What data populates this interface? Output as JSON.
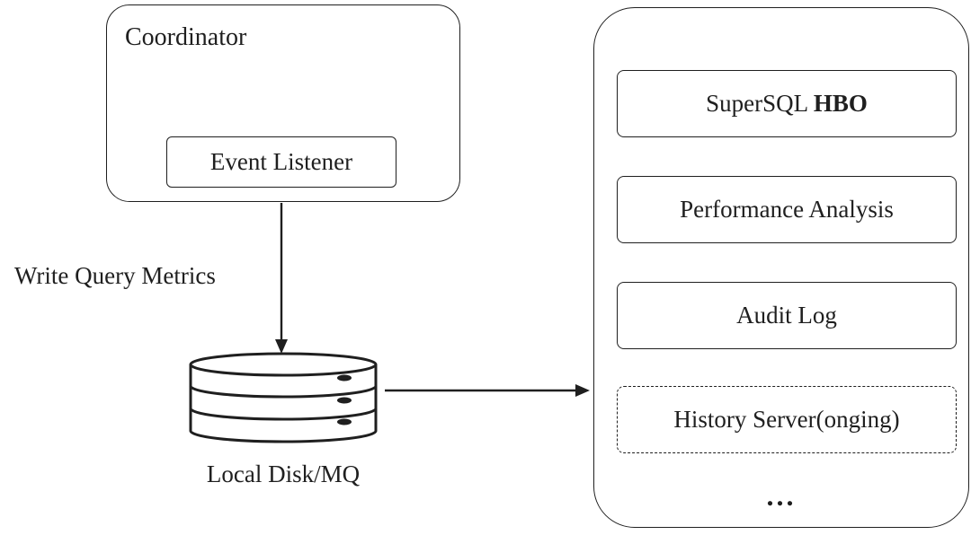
{
  "colors": {
    "ink": "#1f1f1f",
    "background": "#ffffff"
  },
  "coordinator": {
    "title": "Coordinator",
    "event_listener_label": "Event Listener"
  },
  "flow": {
    "write_metrics_label": "Write Query Metrics",
    "datastore_label": "Local Disk/MQ"
  },
  "right_panel": {
    "boxes": [
      {
        "prefix": "SuperSQL ",
        "bold": "HBO"
      },
      {
        "label": "Performance Analysis"
      },
      {
        "label": "Audit Log"
      },
      {
        "label": "History Server(onging)"
      }
    ],
    "more_label": "..."
  }
}
